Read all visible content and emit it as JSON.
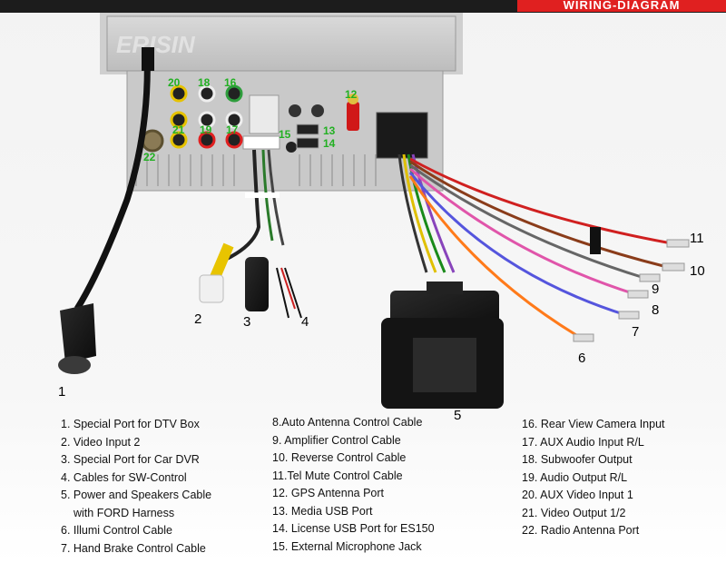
{
  "header": {
    "banner": "WIRING-DIAGRAM",
    "brand_watermark": "ERISIN"
  },
  "callouts": {
    "c20": "20",
    "c18": "18",
    "c16": "16",
    "c21": "21",
    "c19": "19",
    "c17": "17",
    "c22": "22",
    "c12": "12",
    "c15": "15",
    "c13": "13",
    "c14": "14"
  },
  "labels": {
    "l1": "1",
    "l2": "2",
    "l3": "3",
    "l4": "4",
    "l5": "5",
    "l6": "6",
    "l7": "7",
    "l8": "8",
    "l9": "9",
    "l10": "10",
    "l11": "11"
  },
  "legend": {
    "col1": [
      "1. Special Port for DTV Box",
      "2. Video Input 2",
      "3. Special Port for Car DVR",
      "4. Cables for SW-Control",
      "5. Power and Speakers Cable",
      "    with FORD Harness",
      "6. Illumi Control Cable",
      "7. Hand Brake Control Cable"
    ],
    "col2": [
      "8.Auto Antenna Control Cable",
      "9. Amplifier Control Cable",
      "10. Reverse Control Cable",
      "11.Tel Mute Control Cable",
      "12. GPS Antenna Port",
      "13. Media USB Port",
      "14. License USB Port for ES150",
      "15. External Microphone Jack"
    ],
    "col3": [
      "16. Rear View Camera Input",
      "17. AUX Audio Input R/L",
      "18. Subwoofer Output",
      "19. Audio Output R/L",
      "20. AUX Video Input 1",
      "21. Video Output 1/2",
      "22. Radio Antenna Port"
    ]
  }
}
